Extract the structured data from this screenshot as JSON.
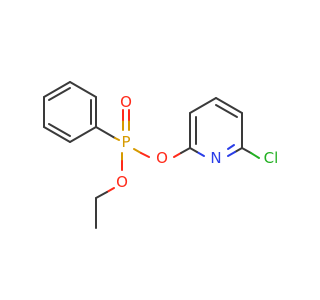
{
  "atoms": {
    "phosphorus": {
      "label": "P",
      "color": "#d69a00"
    },
    "oxygen_double": {
      "label": "O",
      "color": "#ff2a1a"
    },
    "oxygen_ester": {
      "label": "O",
      "color": "#ff2a1a"
    },
    "oxygen_ethoxy": {
      "label": "O",
      "color": "#ff2a1a"
    },
    "nitrogen": {
      "label": "N",
      "color": "#2a3ee8"
    },
    "chlorine": {
      "label": "Cl",
      "color": "#22b022"
    }
  },
  "colors": {
    "carbon_bond": "#3a3a3a",
    "background": "#ffffff"
  }
}
